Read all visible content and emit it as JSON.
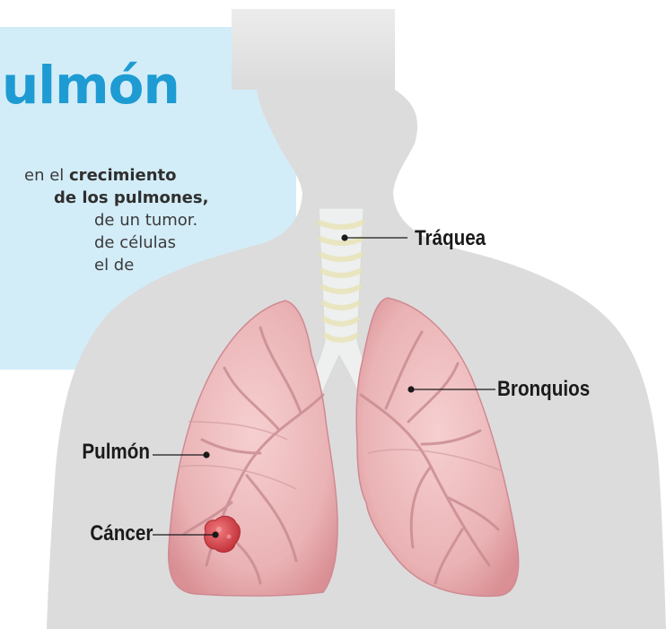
{
  "panel": {
    "title": "ulmón",
    "lines": [
      {
        "pre": "en el ",
        "bold": "crecimiento"
      },
      {
        "pre": "",
        "bold": "de los pulmones,"
      },
      {
        "pre": "de un tumor.",
        "bold": ""
      },
      {
        "pre": "de células",
        "bold": ""
      },
      {
        "pre": "el de",
        "bold": ""
      }
    ]
  },
  "labels": {
    "traquea": "Tráquea",
    "bronquios": "Bronquios",
    "pulmon": "Pulmón",
    "cancer": "Cáncer"
  },
  "colors": {
    "panel": "#d3edf8",
    "title": "#1e9bd2",
    "body_silhouette": "#dcdcdd",
    "lung": "#e9aeb0",
    "lung_dark": "#d68e92",
    "trachea": "#ecefee",
    "tumor": "#d9484f"
  }
}
